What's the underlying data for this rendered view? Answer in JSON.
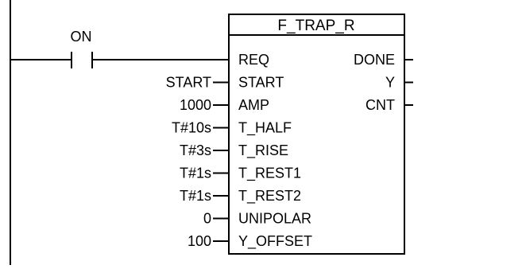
{
  "contact": {
    "label": "ON"
  },
  "block": {
    "title": "F_TRAP_R",
    "inputs": [
      {
        "pin": "REQ",
        "value": ""
      },
      {
        "pin": "START",
        "value": "START"
      },
      {
        "pin": "AMP",
        "value": "1000"
      },
      {
        "pin": "T_HALF",
        "value": "T#10s"
      },
      {
        "pin": "T_RISE",
        "value": "T#3s"
      },
      {
        "pin": "T_REST1",
        "value": "T#1s"
      },
      {
        "pin": "T_REST2",
        "value": "T#1s"
      },
      {
        "pin": "UNIPOLAR",
        "value": "0"
      },
      {
        "pin": "Y_OFFSET",
        "value": "100"
      }
    ],
    "outputs": [
      {
        "pin": "DONE"
      },
      {
        "pin": "Y"
      },
      {
        "pin": "CNT"
      }
    ]
  }
}
